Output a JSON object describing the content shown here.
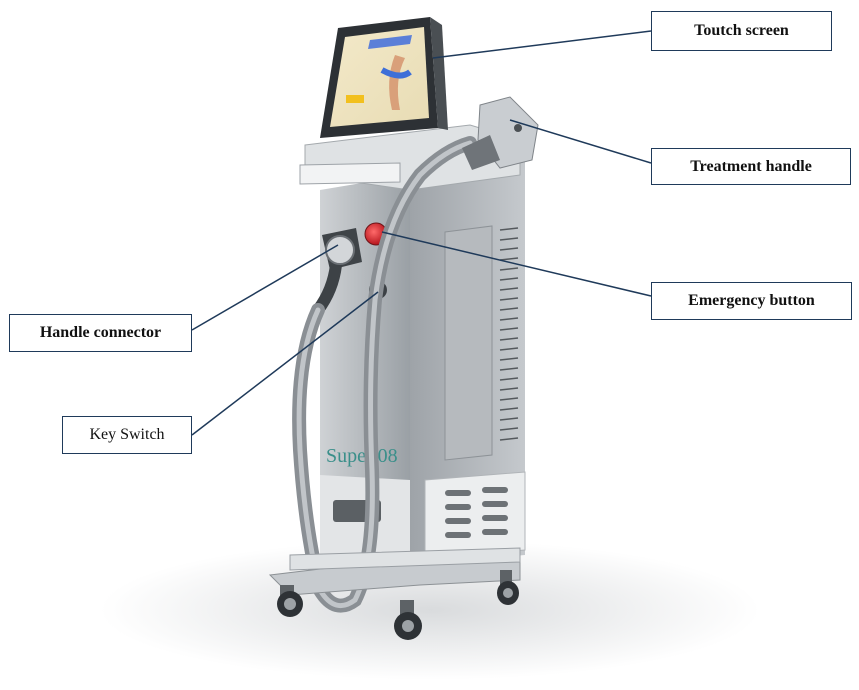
{
  "labels": {
    "touch_screen": "Toutch screen",
    "treatment_handle": "Treatment handle",
    "emergency_button": "Emergency button",
    "handle_connector": "Handle connector",
    "key_switch": "Key Switch"
  },
  "device": {
    "brand_text": "Super 08"
  },
  "colors": {
    "leader_line": "#1f3a5a",
    "box_border": "#1f3a5a",
    "brand_text": "#3a8f8a",
    "emergency": "#c8202a"
  }
}
